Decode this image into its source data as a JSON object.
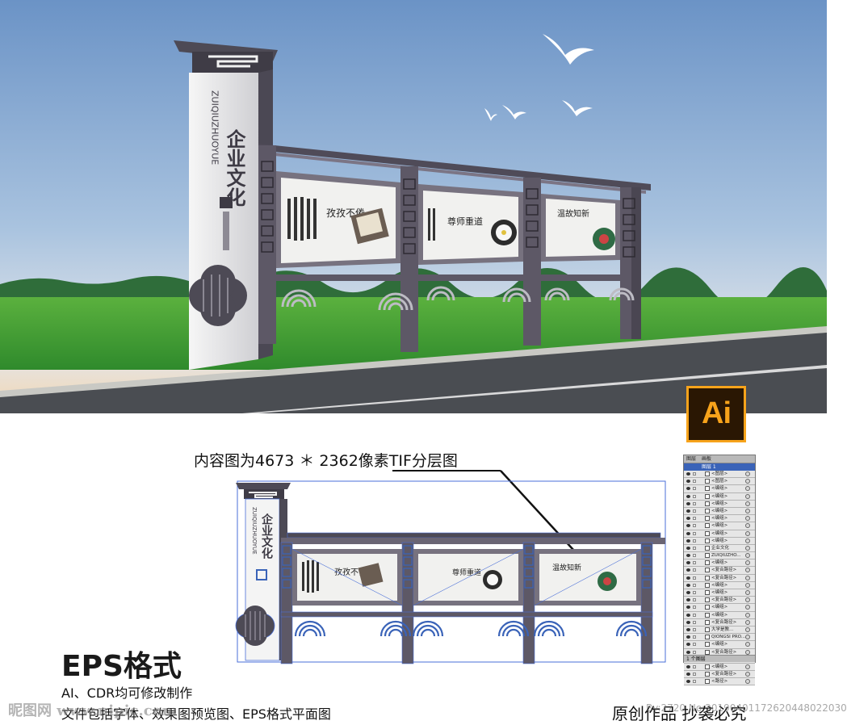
{
  "note_text": "内容图为4673 ＊ 2362像素TIF分层图",
  "ai_badge": "Ai",
  "eps_title": "EPS格式",
  "desc_line1": "AI、CDR均可修改制作",
  "desc_line2": "文件包括字体、效果图预览图、EPS格式平面图",
  "original_notice": "原创作品 抄袭必究",
  "watermark_left": "昵图网 www.nipic.com",
  "watermark_right": "By:2720 No:20190401172620448022030",
  "sign": {
    "title_cn": "企业文化",
    "title_pinyin": "ZUIQIUZHUOYUE"
  },
  "boards": [
    {
      "heading": "孜孜不倦"
    },
    {
      "heading": "尊师重道"
    },
    {
      "heading": "温故知新"
    }
  ],
  "layers_panel": {
    "tabs": [
      "图层",
      "画板"
    ],
    "active_layer": "图层 1",
    "rows": [
      "<图层>",
      "<图层>",
      "<编组>",
      "<编组>",
      "<编组>",
      "<编组>",
      "<编组>",
      "<编组>",
      "<编组>",
      "<编组>",
      "企业文化",
      "ZUIQIUZHO...",
      "<编组>",
      "<复合路径>",
      "<复合路径>",
      "<编组>",
      "<编组>",
      "<复合路径>",
      "<编组>",
      "<编组>",
      "<复合路径>",
      "大学是教...",
      "QIONGSI PRO...",
      "<编组>",
      "<复合路径>",
      "<编组>",
      "<编组>",
      "<复合路径>",
      "<路径>"
    ],
    "footer": "1 个图层"
  },
  "colors": {
    "sky_top": "#6b93c6",
    "sky_bottom": "#dfe8ef",
    "grass": "#3fa03a",
    "road": "#4a4d52",
    "frame": "#5d5866",
    "ai_orange": "#f7a31b",
    "ai_bg": "#2a1703",
    "outline_blue": "#4a6fd8"
  }
}
